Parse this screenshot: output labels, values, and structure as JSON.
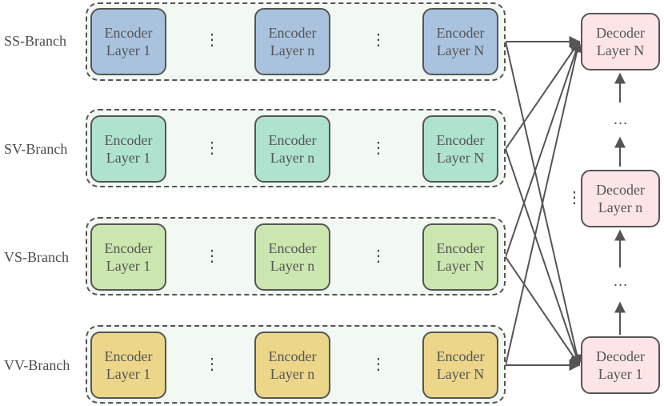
{
  "colors": {
    "frame_fill": "#f2f8f2",
    "line": "#555555",
    "decoder_fill": "#fde5e7",
    "decoder_border": "#555555"
  },
  "branches": [
    {
      "label": "SS-Branch",
      "color": "#a9c3df",
      "encoders": [
        {
          "line1": "Encoder",
          "line2": "Layer 1"
        },
        {
          "line1": "Encoder",
          "line2": "Layer n"
        },
        {
          "line1": "Encoder",
          "line2": "Layer N"
        }
      ]
    },
    {
      "label": "SV-Branch",
      "color": "#afe3d0",
      "encoders": [
        {
          "line1": "Encoder",
          "line2": "Layer 1"
        },
        {
          "line1": "Encoder",
          "line2": "Layer n"
        },
        {
          "line1": "Encoder",
          "line2": "Layer N"
        }
      ]
    },
    {
      "label": "VS-Branch",
      "color": "#cce6b0",
      "encoders": [
        {
          "line1": "Encoder",
          "line2": "Layer 1"
        },
        {
          "line1": "Encoder",
          "line2": "Layer n"
        },
        {
          "line1": "Encoder",
          "line2": "Layer N"
        }
      ]
    },
    {
      "label": "VV-Branch",
      "color": "#ecd68a",
      "encoders": [
        {
          "line1": "Encoder",
          "line2": "Layer 1"
        },
        {
          "line1": "Encoder",
          "line2": "Layer n"
        },
        {
          "line1": "Encoder",
          "line2": "Layer N"
        }
      ]
    }
  ],
  "skip_symbol": "⋮",
  "decoders": [
    {
      "line1": "Decoder",
      "line2": "Layer N"
    },
    {
      "line1": "Decoder",
      "line2": "Layer n"
    },
    {
      "line1": "Decoder",
      "line2": "Layer 1"
    }
  ],
  "decoder_gap_symbol": "…"
}
